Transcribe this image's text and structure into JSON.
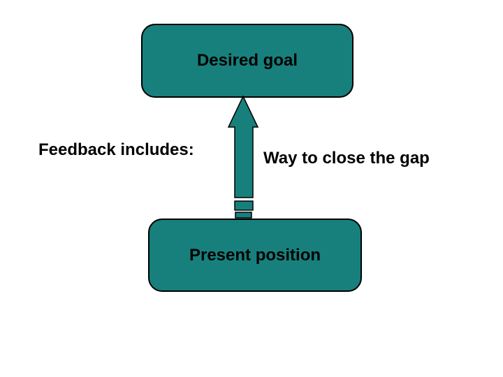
{
  "diagram": {
    "type": "flow",
    "background_color": "#ffffff",
    "shape_fill_color": "#17807D",
    "shape_border_color": "#000000",
    "text_color": "#000000",
    "nodes": [
      {
        "id": "desired-goal",
        "label": "Desired goal"
      },
      {
        "id": "present-position",
        "label": "Present position"
      }
    ],
    "labels": [
      {
        "id": "feedback-includes",
        "text": "Feedback includes:"
      },
      {
        "id": "way-to-close-the-gap",
        "text": "Way to close the gap"
      }
    ],
    "arrow": {
      "id": "gap-arrow",
      "from": "present-position",
      "to": "desired-goal",
      "direction": "up",
      "style": "solid-with-dashed-tail",
      "fill_color": "#17807D",
      "outline_color": "#000000"
    }
  }
}
